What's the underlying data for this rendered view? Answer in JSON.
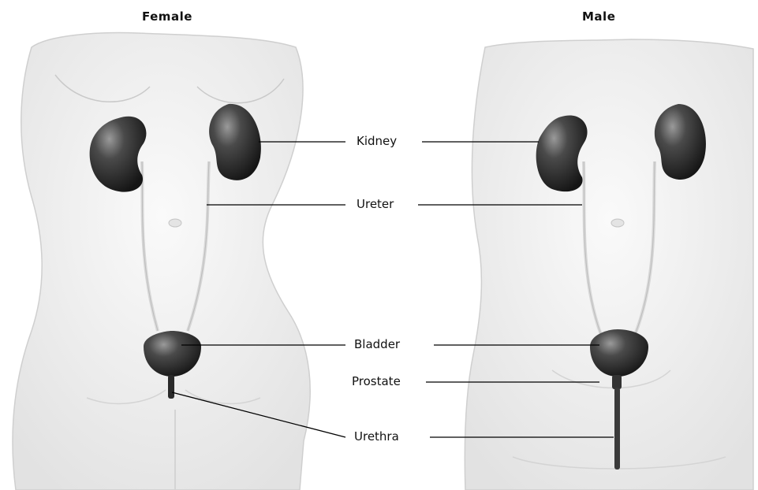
{
  "headings": {
    "female": "Female",
    "male": "Male"
  },
  "labels": {
    "kidney": "Kidney",
    "ureter": "Ureter",
    "bladder": "Bladder",
    "prostate": "Prostate",
    "urethra": "Urethra"
  },
  "colors": {
    "organ": "#2f2f2f",
    "organ_highlight": "#8a8a8a",
    "body_fill": "#f2f2f2",
    "body_outline": "#c8c8c8",
    "leader": "#000000"
  }
}
